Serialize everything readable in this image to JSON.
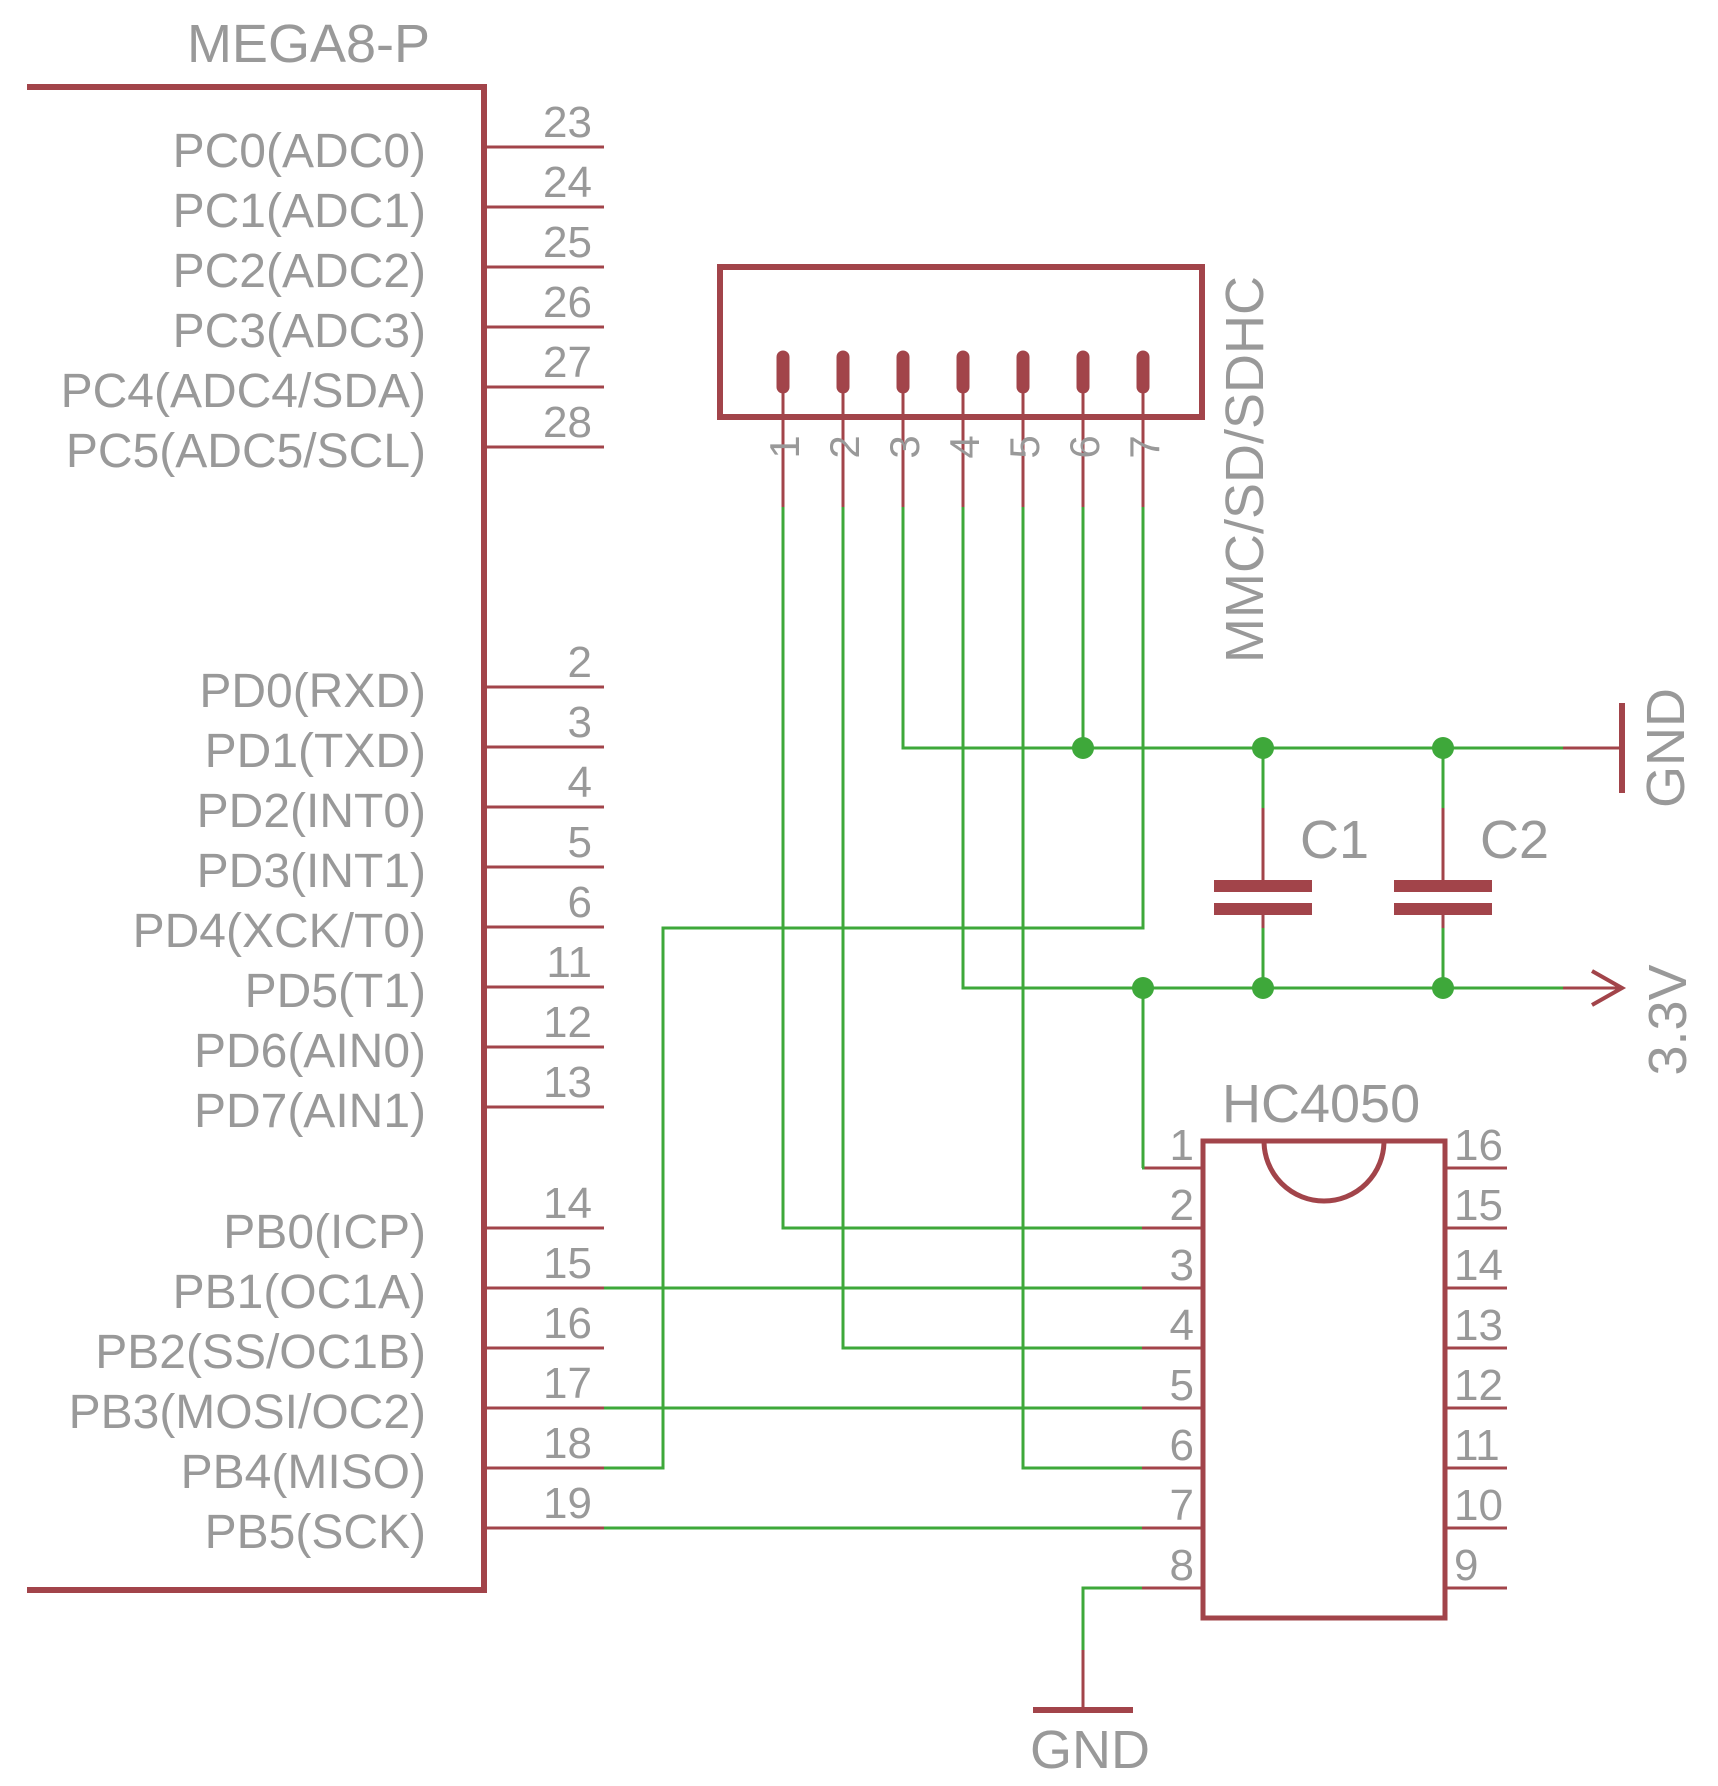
{
  "colors": {
    "part": "#a2444a",
    "wire": "#3ea83a",
    "label": "#999999",
    "background": "#ffffff"
  },
  "mcu": {
    "name": "MEGA8-P",
    "pins": [
      {
        "label": "PC0(ADC0)",
        "number": "23"
      },
      {
        "label": "PC1(ADC1)",
        "number": "24"
      },
      {
        "label": "PC2(ADC2)",
        "number": "25"
      },
      {
        "label": "PC3(ADC3)",
        "number": "26"
      },
      {
        "label": "PC4(ADC4/SDA)",
        "number": "27"
      },
      {
        "label": "PC5(ADC5/SCL)",
        "number": "28"
      },
      {
        "label": "PD0(RXD)",
        "number": "2"
      },
      {
        "label": "PD1(TXD)",
        "number": "3"
      },
      {
        "label": "PD2(INT0)",
        "number": "4"
      },
      {
        "label": "PD3(INT1)",
        "number": "5"
      },
      {
        "label": "PD4(XCK/T0)",
        "number": "6"
      },
      {
        "label": "PD5(T1)",
        "number": "11"
      },
      {
        "label": "PD6(AIN0)",
        "number": "12"
      },
      {
        "label": "PD7(AIN1)",
        "number": "13"
      },
      {
        "label": "PB0(ICP)",
        "number": "14"
      },
      {
        "label": "PB1(OC1A)",
        "number": "15"
      },
      {
        "label": "PB2(SS/OC1B)",
        "number": "16"
      },
      {
        "label": "PB3(MOSI/OC2)",
        "number": "17"
      },
      {
        "label": "PB4(MISO)",
        "number": "18"
      },
      {
        "label": "PB5(SCK)",
        "number": "19"
      }
    ]
  },
  "card": {
    "name": "MMC/SD/SDHC",
    "pins": [
      "1",
      "2",
      "3",
      "4",
      "5",
      "6",
      "7"
    ]
  },
  "buffer": {
    "name": "HC4050",
    "left_pins": [
      "1",
      "2",
      "3",
      "4",
      "5",
      "6",
      "7",
      "8"
    ],
    "right_pins": [
      "16",
      "15",
      "14",
      "13",
      "12",
      "11",
      "10",
      "9"
    ]
  },
  "capacitors": [
    "C1",
    "C2"
  ],
  "supplies": {
    "gnd_right": "GND",
    "vcc": "3.3V",
    "gnd_bottom": "GND"
  }
}
